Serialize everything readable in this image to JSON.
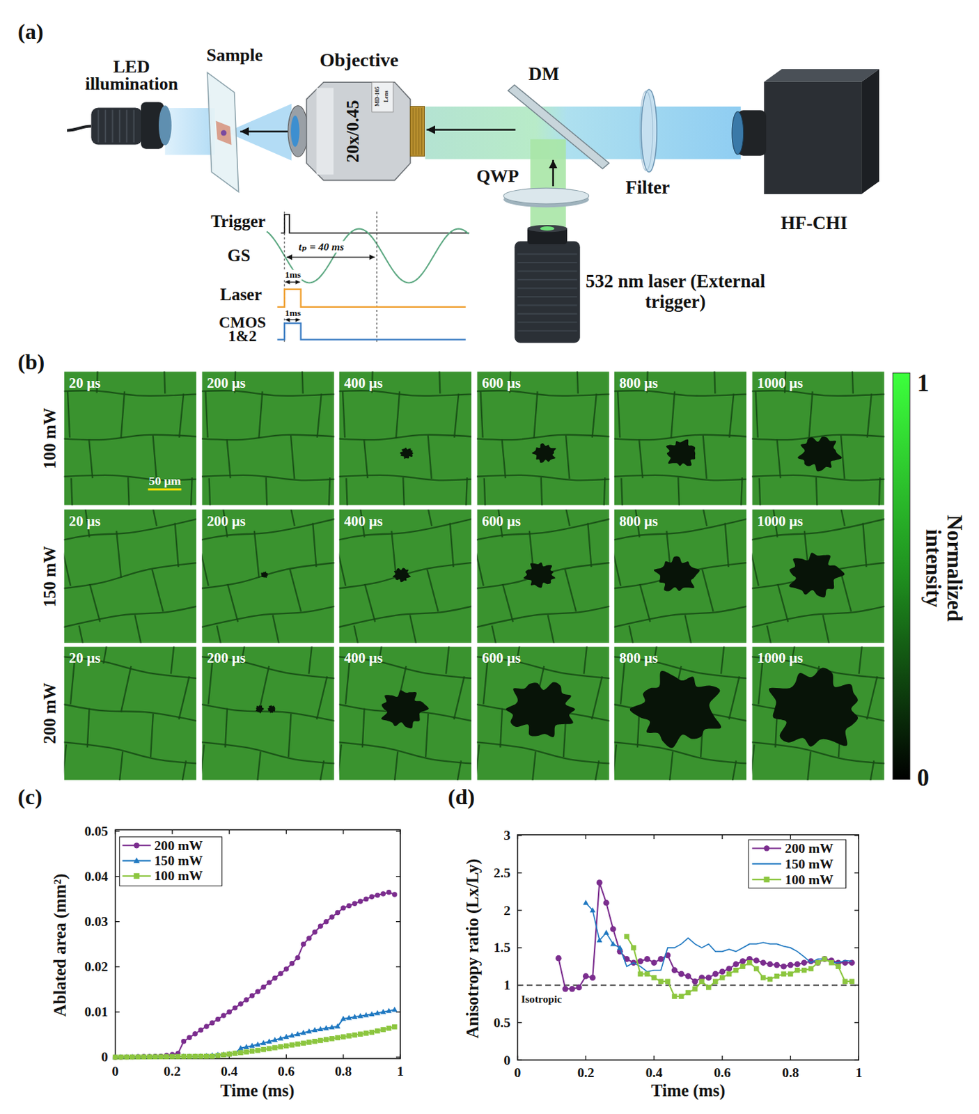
{
  "diagram": {
    "nodes": [
      {
        "text": [
          "LED illumination"
        ]
      },
      {
        "text": [
          "Sample"
        ]
      },
      {
        "text": [
          "Objective",
          "20x/0.45",
          "MD-105",
          "Lens"
        ]
      },
      {
        "text": [
          "DM"
        ]
      },
      {
        "text": [
          "Filter"
        ]
      },
      {
        "text": [
          "HF-CHI"
        ]
      },
      {
        "text": [
          "QWP"
        ]
      },
      {
        "text": [
          "532 nm laser (External trigger)"
        ]
      }
    ],
    "edges": [
      {
        "from": 6,
        "to": 3,
        "arrow": "to"
      },
      {
        "from": 3,
        "to": 2,
        "arrow": "to"
      },
      {
        "from": 2,
        "to": 1,
        "arrow": "to"
      }
    ],
    "labels": [
      "(a)",
      "Trigger",
      "GS",
      "tₚ = 40 ms",
      "1ms",
      "Laser",
      "1ms",
      "CMOS 1&2",
      "(b)",
      "100 mW",
      "150 mW",
      "200 mW",
      "20 µs",
      "200 µs",
      "400 µs",
      "600 µs",
      "800 µs",
      "1000 µs",
      "20 µs",
      "200 µs",
      "400 µs",
      "600 µs",
      "800 µs",
      "1000 µs",
      "20 µs",
      "200 µs",
      "400 µs",
      "600 µs",
      "800 µs",
      "1000 µs",
      "50 µm",
      "1",
      "Normalized intensity",
      "0",
      "(c)",
      "Ablated area (mm²)",
      "0",
      "0.01",
      "0.02",
      "0.03",
      "0.04",
      "0.05",
      "0",
      "0.2",
      "0.4",
      "0.6",
      "0.8",
      "1",
      "Time (ms)",
      "(d)",
      "Anisotropy ratio (Lx/Ly)",
      "0",
      "0.5",
      "1",
      "1.5",
      "2",
      "2.5",
      "3",
      "0",
      "0.2",
      "0.4",
      "0.6",
      "0.8",
      "1",
      "Time (ms)",
      "Isotropic"
    ],
    "legend": [
      {
        "text": "200 mW"
      },
      {
        "text": "150 mW"
      },
      {
        "text": "100 mW"
      },
      {
        "text": "200 mW"
      },
      {
        "text": "150 mW"
      },
      {
        "text": "100 mW"
      }
    ]
  }
}
